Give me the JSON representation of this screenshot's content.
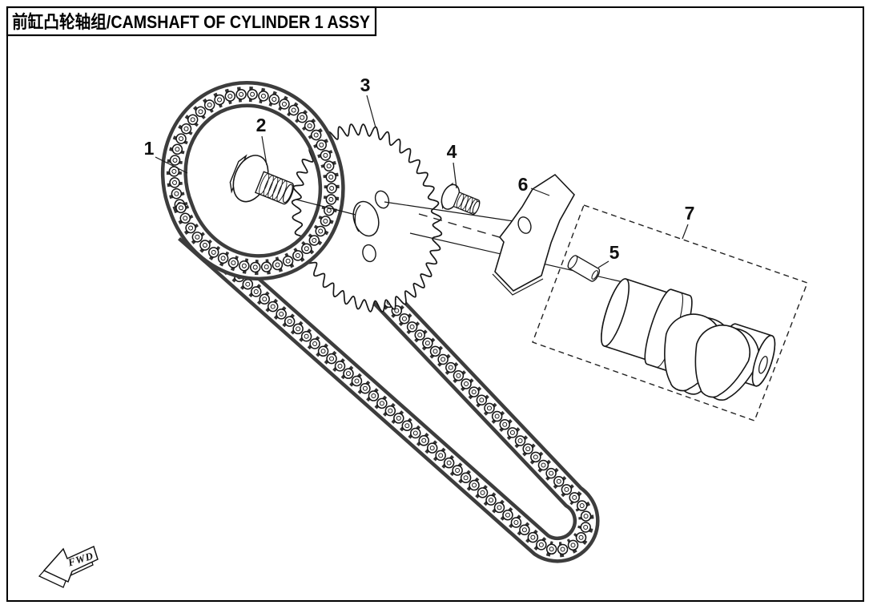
{
  "title": "前缸凸轮轴组/CAMSHAFT OF CYLINDER 1 ASSY",
  "fwd_label": "FWD",
  "labels": [
    "1",
    "2",
    "3",
    "4",
    "5",
    "6",
    "7"
  ],
  "colors": {
    "line": "#161616",
    "chain_band": "#3d3d3d",
    "chain_hatch": "#333333",
    "background": "#ffffff"
  }
}
